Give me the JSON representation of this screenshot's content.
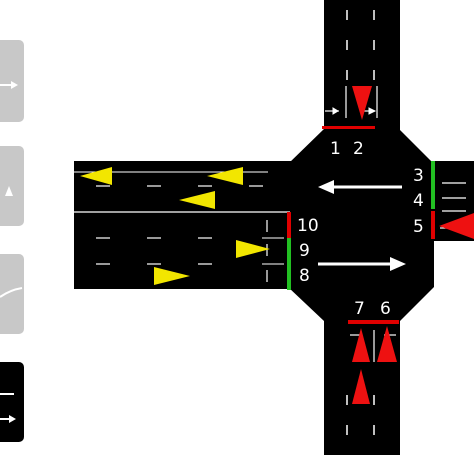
{
  "lane_labels": {
    "l1": "1",
    "l2": "2",
    "l3": "3",
    "l4": "4",
    "l5": "5",
    "l6": "6",
    "l7": "7",
    "l8": "8",
    "l9": "9",
    "l10": "10"
  },
  "signal_states": {
    "l1_2": "red",
    "l3_4": "green",
    "l5": "red",
    "l6_7": "red",
    "l8_9": "green",
    "l10": "red"
  },
  "colors": {
    "road": "#000000",
    "panel": "#c8c8c8",
    "signal_red": "#e00000",
    "signal_green": "#22c022",
    "vehicle_yellow": "#f2e600",
    "vehicle_red": "#ee1111",
    "arrow_white": "#ffffff"
  },
  "icons": {
    "left_panel_1": "right-arrow-icon",
    "left_panel_2": "partial-arrow-icon",
    "left_panel_3": "curve-arrow-icon",
    "left_panel_4": "straight-arrows-icon",
    "main_flow_west": "left-arrow-icon",
    "main_flow_east": "right-arrow-icon"
  }
}
